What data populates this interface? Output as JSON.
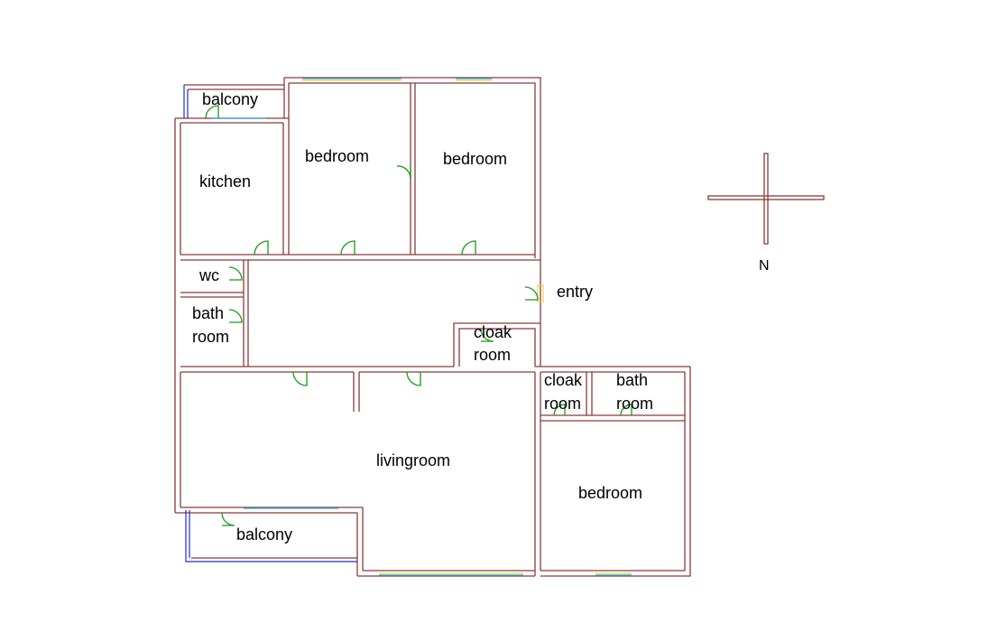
{
  "colors": {
    "wall": "#8b3a3a",
    "door": "#1a9a1a",
    "window_inner": "#e8d44a",
    "window_outer": "#2ab0c8",
    "balcony_rail": "#1f2fd0",
    "compass": "#8b3a3a"
  },
  "rooms": {
    "balcony_top": "balcony",
    "kitchen": "kitchen",
    "bedroom_nw": "bedroom",
    "bedroom_n": "bedroom",
    "wc": "wc",
    "bathroom_w_line1": "bath",
    "bathroom_w_line2": "room",
    "entry": "entry",
    "cloakroom_n_line1": "cloak",
    "cloakroom_n_line2": "room",
    "cloakroom_e_line1": "cloak",
    "cloakroom_e_line2": "room",
    "bathroom_e_line1": "bath",
    "bathroom_e_line2": "room",
    "livingroom": "livingroom",
    "bedroom_se": "bedroom",
    "balcony_bottom": "balcony"
  },
  "compass": {
    "north_label": "N"
  }
}
